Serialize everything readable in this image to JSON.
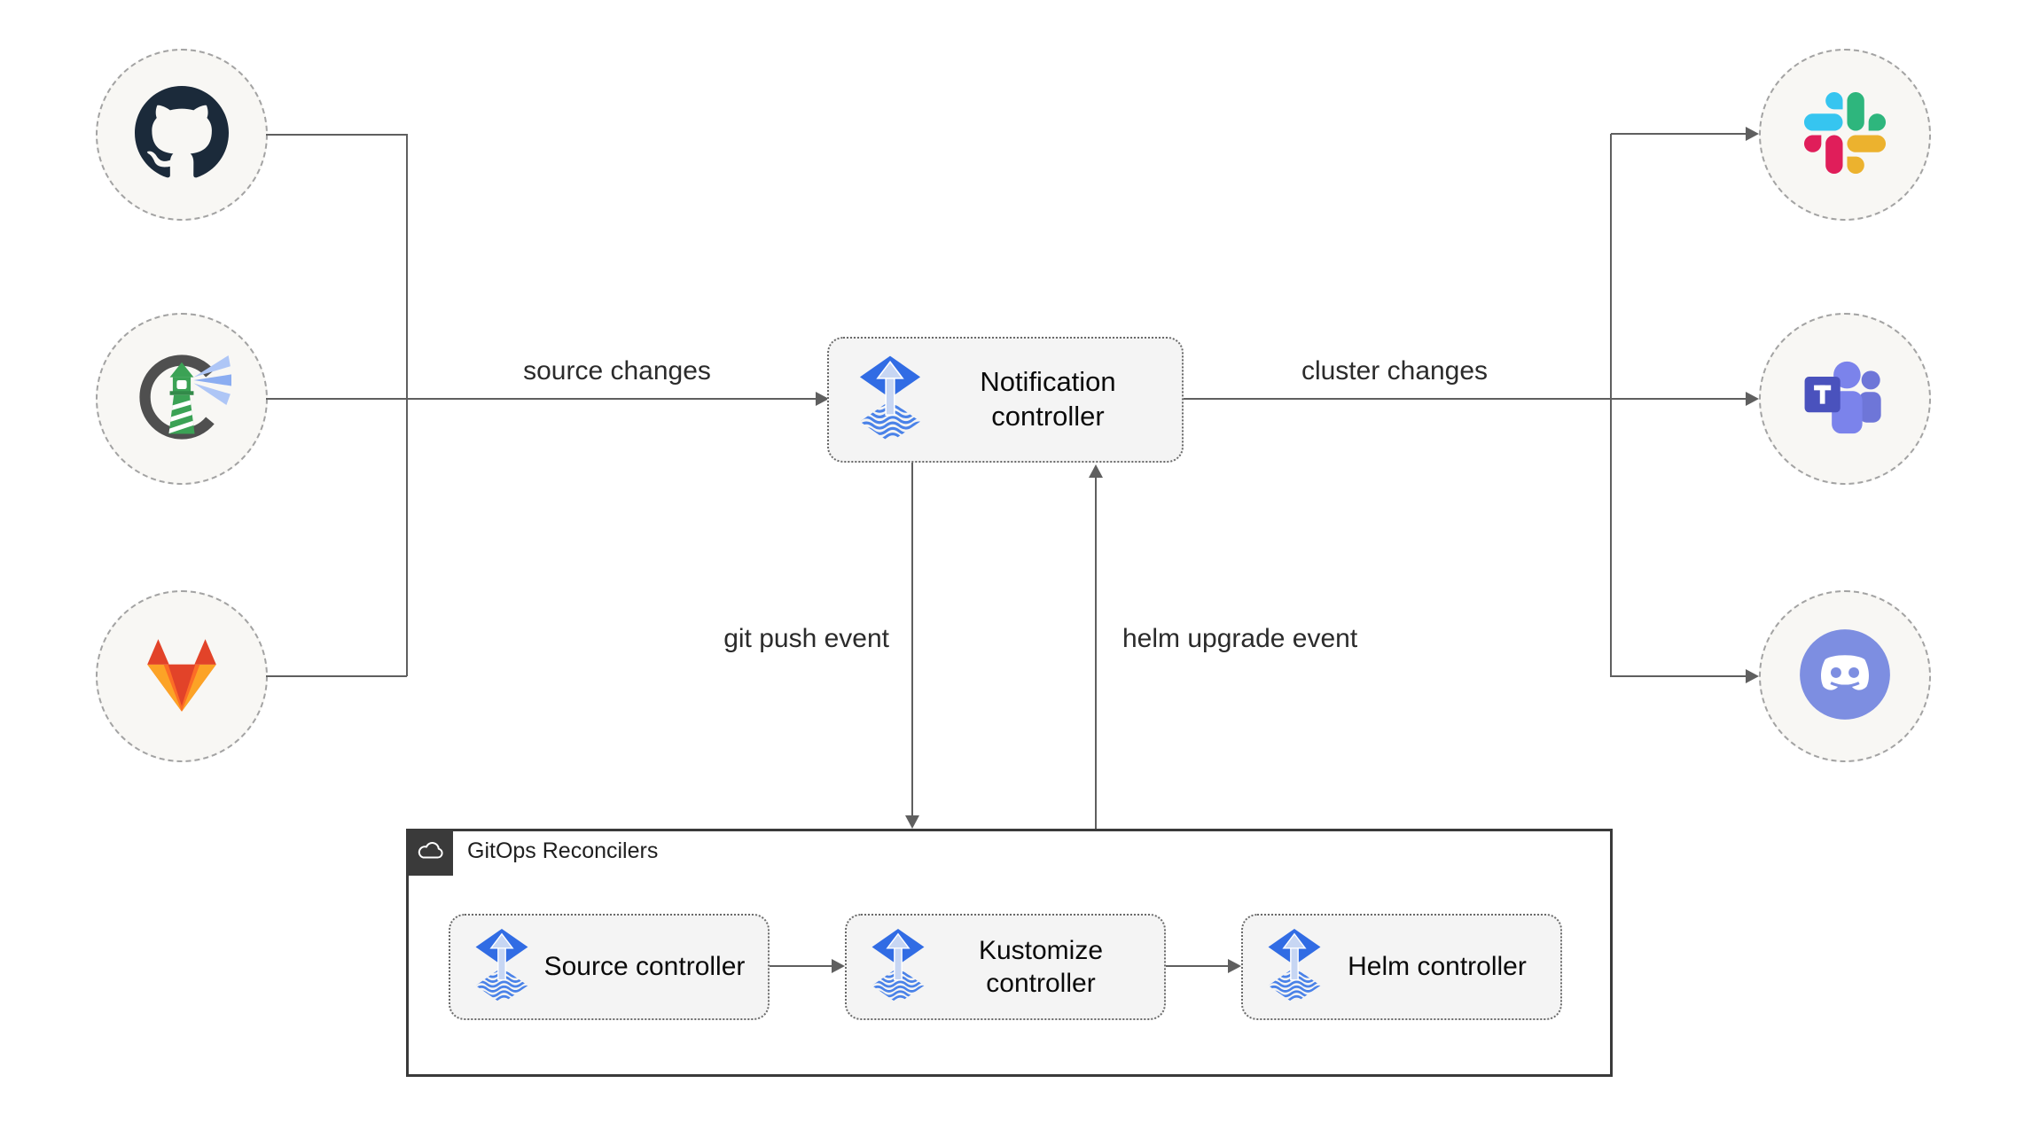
{
  "diagram": {
    "nodes": {
      "sources": [
        {
          "icon": "github-icon"
        },
        {
          "icon": "harbor-icon"
        },
        {
          "icon": "gitlab-icon"
        }
      ],
      "notification": {
        "label": "Notification controller"
      },
      "targets": [
        {
          "icon": "slack-icon"
        },
        {
          "icon": "teams-icon"
        },
        {
          "icon": "discord-icon"
        }
      ]
    },
    "edges": {
      "source_changes": "source changes",
      "cluster_changes": "cluster changes",
      "git_push_event": "git push event",
      "helm_upgrade_event": "helm upgrade event"
    },
    "reconcilers": {
      "title": "GitOps Reconcilers",
      "badge_icon": "cloud-icon",
      "items": [
        {
          "label": "Source controller",
          "icon": "flux-icon"
        },
        {
          "label": "Kustomize controller",
          "icon": "flux-icon"
        },
        {
          "label": "Helm controller",
          "icon": "flux-icon"
        }
      ]
    },
    "colors": {
      "flux_blue": "#316ce4",
      "flux_arrow_light": "#c7d6f3",
      "line_gray": "#5f5f5f",
      "box_bg": "#f4f4f4",
      "node_bg": "#f8f7f4",
      "container_border": "#3a3a3a",
      "github_dark": "#1b2a3a",
      "harbor_green": "#3ba255",
      "gitlab_palette": [
        "#E24329",
        "#FC6D26",
        "#FCA326"
      ],
      "slack_palette": [
        "#36C5F0",
        "#2EB67D",
        "#ECB22E",
        "#E01E5A"
      ],
      "teams_purple": "#5059C9",
      "discord_blurple": "#7d8ee1"
    }
  }
}
